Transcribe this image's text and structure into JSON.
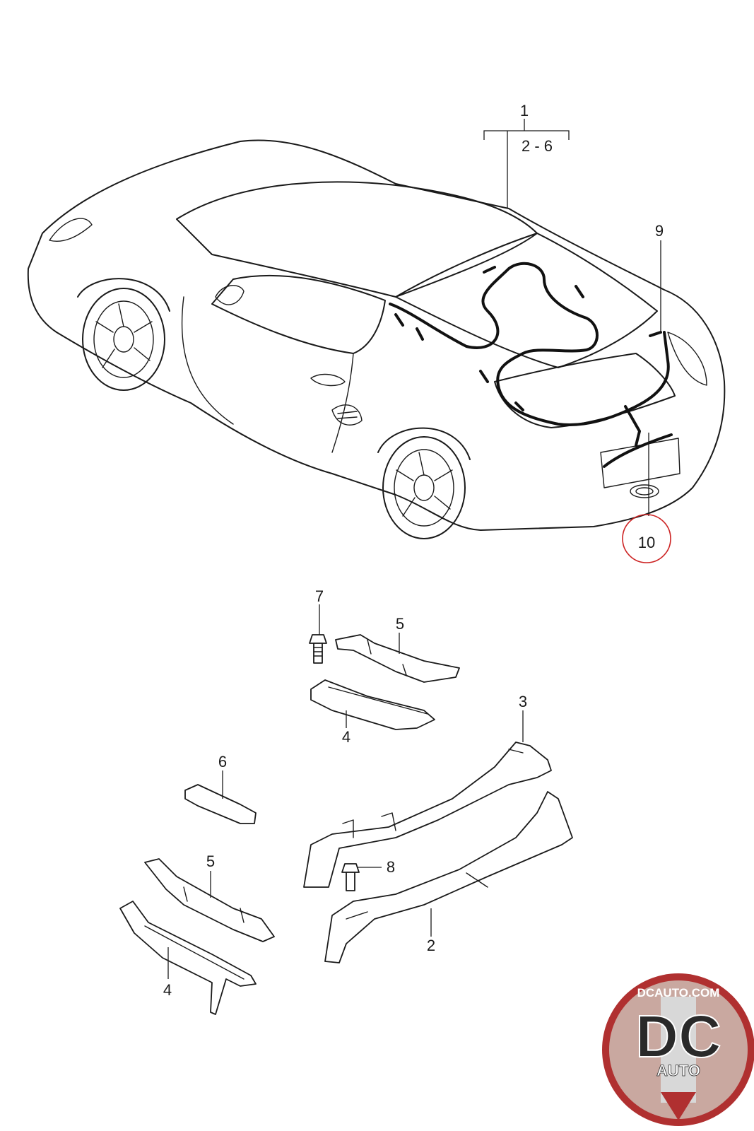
{
  "diagram": {
    "callouts": [
      {
        "id": "c1",
        "text": "1"
      },
      {
        "id": "c2-6",
        "text": "2 - 6"
      },
      {
        "id": "c9",
        "text": "9"
      },
      {
        "id": "c10",
        "text": "10"
      },
      {
        "id": "c7",
        "text": "7"
      },
      {
        "id": "c5a",
        "text": "5"
      },
      {
        "id": "c4a",
        "text": "4"
      },
      {
        "id": "c3",
        "text": "3"
      },
      {
        "id": "c6",
        "text": "6"
      },
      {
        "id": "c5b",
        "text": "5"
      },
      {
        "id": "c8",
        "text": "8"
      },
      {
        "id": "c2",
        "text": "2"
      },
      {
        "id": "c4b",
        "text": "4"
      }
    ],
    "highlight_color": "#cc2222"
  },
  "watermark": {
    "site": "DCAUTO.COM",
    "mark": "DC",
    "sub": "AUTO",
    "colors": {
      "ring": "#b03030",
      "inner": "#d8d8d8",
      "dark": "#2a2a2a"
    }
  }
}
